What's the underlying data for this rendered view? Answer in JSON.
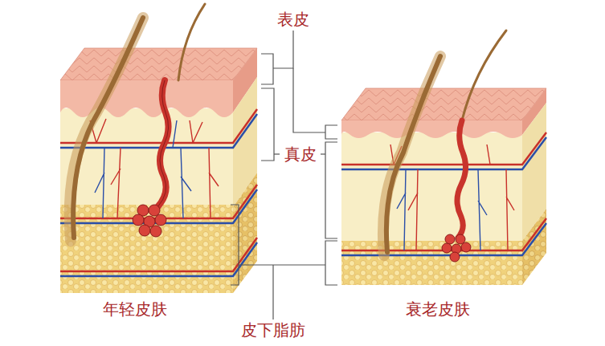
{
  "diagram": {
    "labels": [
      "表皮",
      "真皮",
      "年轻皮肤",
      "衰老皮肤",
      "皮下脂肪"
    ]
  }
}
